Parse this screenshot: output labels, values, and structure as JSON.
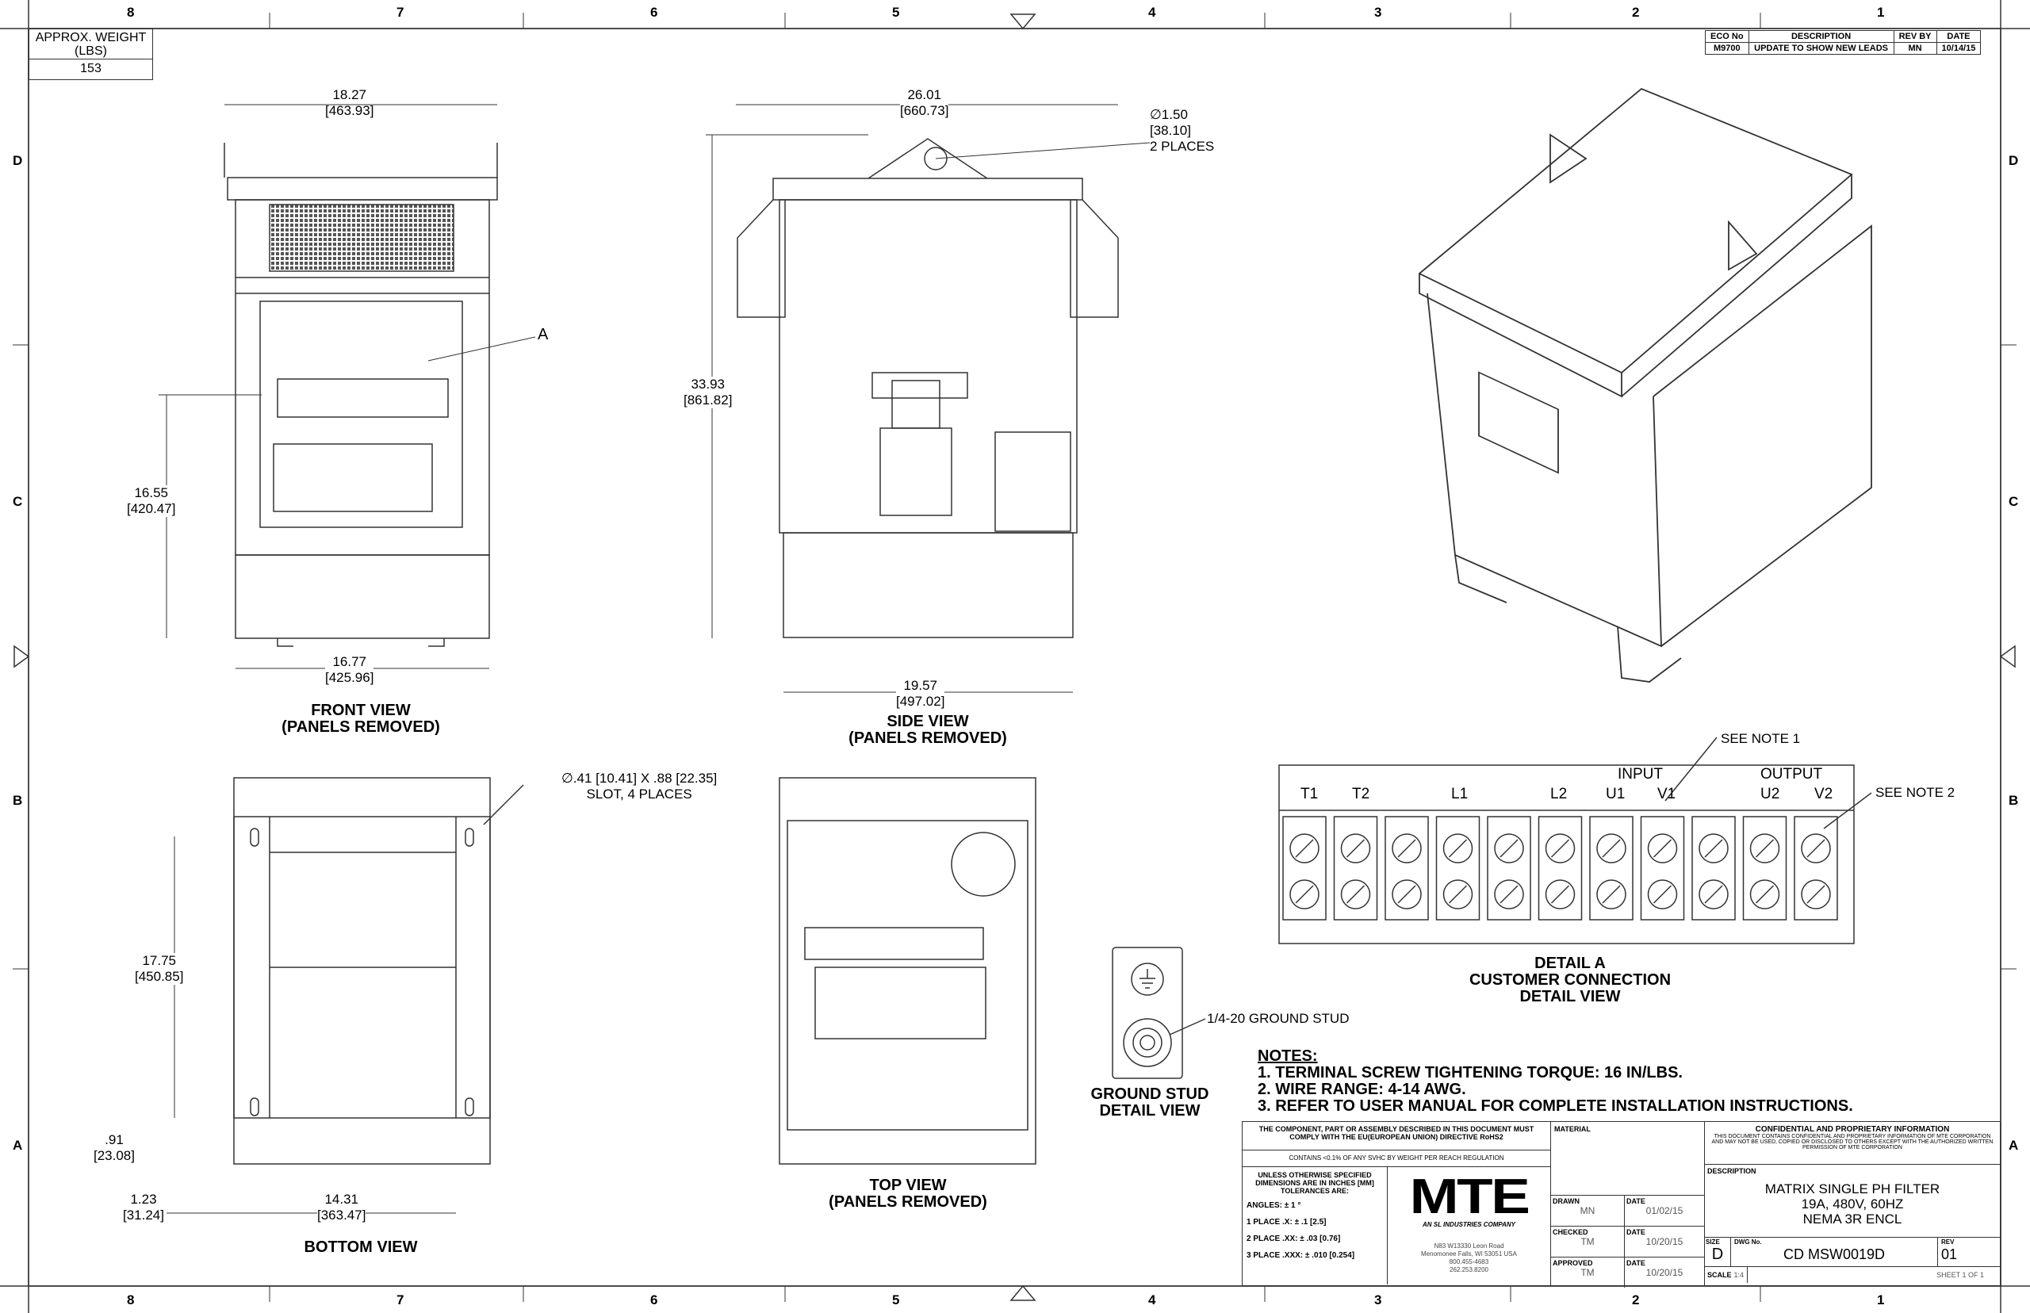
{
  "zones": {
    "columns": [
      "8",
      "7",
      "6",
      "5",
      "4",
      "3",
      "2",
      "1"
    ],
    "rows": [
      "D",
      "C",
      "B",
      "A"
    ]
  },
  "weight": {
    "label": "APPROX. WEIGHT (LBS)",
    "value": "153"
  },
  "revision": {
    "headers": [
      "ECO No",
      "DESCRIPTION",
      "REV BY",
      "DATE"
    ],
    "row": [
      "M9700",
      "UPDATE TO SHOW NEW LEADS",
      "MN",
      "10/14/15"
    ]
  },
  "views": {
    "front": {
      "title": "FRONT VIEW",
      "subtitle": "(PANELS REMOVED)",
      "dims": {
        "width_top": "18.27",
        "width_top_mm": "[463.93]",
        "height": "16.55",
        "height_mm": "[420.47]",
        "width_bottom": "16.77",
        "width_bottom_mm": "[425.96]"
      },
      "callout": "A"
    },
    "side": {
      "title": "SIDE VIEW",
      "subtitle": "(PANELS REMOVED)",
      "dims": {
        "width_top": "26.01",
        "width_top_mm": "[660.73]",
        "height": "33.93",
        "height_mm": "[861.82]",
        "width_bottom": "19.57",
        "width_bottom_mm": "[497.02]",
        "hole": "∅1.50",
        "hole_mm": "[38.10]",
        "hole_note": "2 PLACES"
      }
    },
    "bottom": {
      "title": "BOTTOM VIEW",
      "dims": {
        "slot": "∅.41 [10.41] X .88 [22.35]",
        "slot_note": "SLOT, 4 PLACES",
        "height": "17.75",
        "height_mm": "[450.85]",
        "offset": ".91",
        "offset_mm": "[23.08]",
        "edge": "1.23",
        "edge_mm": "[31.24]",
        "width": "14.31",
        "width_mm": "[363.47]"
      }
    },
    "top": {
      "title": "TOP VIEW",
      "subtitle": "(PANELS REMOVED)"
    },
    "ground": {
      "title": "GROUND STUD",
      "subtitle": "DETAIL VIEW",
      "callout": "1/4-20 GROUND STUD"
    },
    "detail_a": {
      "title": "DETAIL A",
      "subtitle": "CUSTOMER CONNECTION",
      "subtitle2": "DETAIL VIEW",
      "note1": "SEE NOTE 1",
      "note2": "SEE NOTE 2",
      "terminals": [
        "T1",
        "T2",
        "L1",
        "L2",
        "U1",
        "V1",
        "U2",
        "V2"
      ],
      "input": "INPUT",
      "output": "OUTPUT"
    }
  },
  "notes": {
    "title": "NOTES:",
    "items": [
      "1.  TERMINAL SCREW TIGHTENING TORQUE: 16 IN/LBS.",
      "2.  WIRE RANGE: 4-14 AWG.",
      "3.  REFER TO USER MANUAL FOR COMPLETE INSTALLATION INSTRUCTIONS."
    ]
  },
  "title_block": {
    "rohs": "THE COMPONENT, PART OR ASSEMBLY DESCRIBED IN THIS DOCUMENT MUST COMPLY WITH THE EU(EUROPEAN UNION) DIRECTIVE RoHS2",
    "reach": "CONTAINS <0.1% OF ANY SVHC BY WEIGHT PER REACH REGULATION",
    "tol_header": "UNLESS OTHERWISE SPECIFIED DIMENSIONS ARE IN INCHES [MM] TOLERANCES ARE:",
    "tolerances": [
      "ANGLES: ± 1 °",
      "1 PLACE .X: ± .1 [2.5]",
      "2 PLACE .XX: ± .03 [0.76]",
      "3 PLACE .XXX: ± .010 [0.254]"
    ],
    "logo": "MTE",
    "logo_sub": "AN SL INDUSTRIES COMPANY",
    "address": [
      "N83 W13330 Leon Road",
      "Menomonee Falls, WI 53051 USA",
      "800.455-4683",
      "262.253.8200"
    ],
    "material_label": "MATERIAL",
    "drawn_label": "DRAWN",
    "drawn": "MN",
    "drawn_date": "01/02/15",
    "checked_label": "CHECKED",
    "checked": "TM",
    "checked_date": "10/20/15",
    "approved_label": "APPROVED",
    "approved": "TM",
    "approved_date": "10/20/15",
    "date_label": "DATE",
    "conf_title": "CONFIDENTIAL AND PROPRIETARY INFORMATION",
    "conf_text": "THIS DOCUMENT CONTAINS CONFIDENTIAL AND PROPRIETARY INFORMATION OF MTE CORPORATION AND MAY NOT BE USED, COPIED OR DISCLOSED TO OTHERS EXCEPT WITH THE AUTHORIZED WRITTEN PERMISSION OF MTE CORPORATION",
    "description_label": "DESCRIPTION",
    "description": [
      "MATRIX SINGLE PH FILTER",
      "19A, 480V, 60HZ",
      "NEMA 3R ENCL"
    ],
    "size_label": "SIZE",
    "size": "D",
    "dwg_label": "DWG No.",
    "dwg": "CD MSW0019D",
    "rev_label": "REV",
    "rev": "01",
    "scale_label": "SCALE",
    "scale": "1:4",
    "sheet": "SHEET 1  OF 1"
  }
}
